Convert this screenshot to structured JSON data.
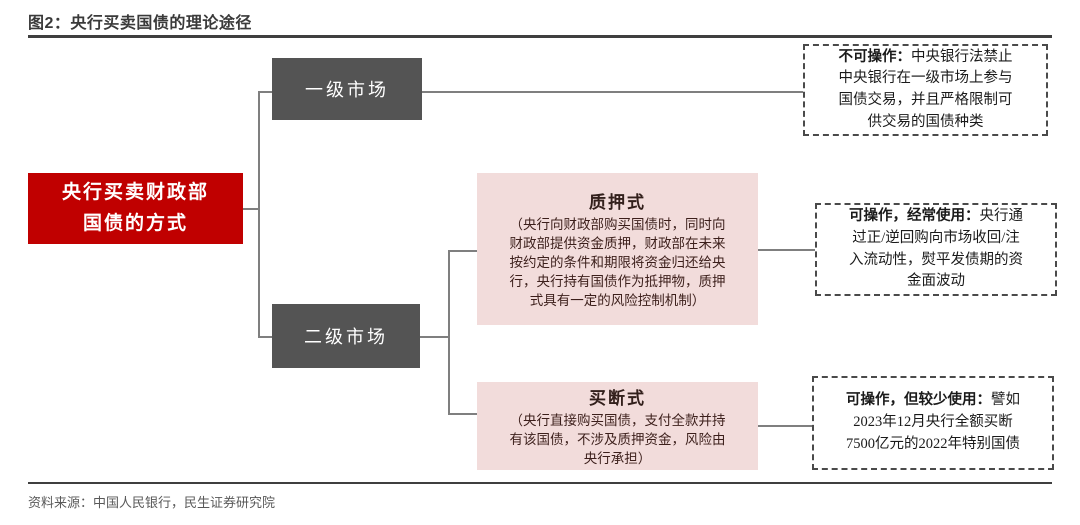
{
  "figure": {
    "title": "图2：央行买卖国债的理论途径",
    "source": "资料来源：中国人民银行，民生证券研究院"
  },
  "root": {
    "label": "央行买卖财政部\n国债的方式"
  },
  "markets": {
    "primary": {
      "label": "一级市场"
    },
    "secondary": {
      "label": "二级市场"
    }
  },
  "methods": {
    "pledge": {
      "title": "质押式",
      "body": "（央行向财政部购买国债时，同时向\n财政部提供资金质押，财政部在未来\n按约定的条件和期限将资金归还给央\n行，央行持有国债作为抵押物，质押\n式具有一定的风险控制机制）"
    },
    "outright": {
      "title": "买断式",
      "body": "（央行直接购买国债，支付全款并持\n有该国债，不涉及质押资金，风险由\n央行承担）"
    }
  },
  "notes": {
    "primary": {
      "lead": "不可操作：",
      "body": "中央银行法禁止\n中央银行在一级市场上参与\n国债交易，并且严格限制可\n供交易的国债种类"
    },
    "pledge": {
      "lead": "可操作，经常使用：",
      "body": "央行通\n过正/逆回购向市场收回/注\n入流动性，熨平发债期的资\n金面波动"
    },
    "outright": {
      "lead": "可操作，但较少使用：",
      "body": "譬如\n2023年12月央行全额买断\n7500亿元的2022年特别国债"
    }
  },
  "colors": {
    "accent_red": "#C00000",
    "box_dark_gray": "#545454",
    "pink_fill": "#F2DCDB",
    "pink_text": "#3C1F1B",
    "connector_gray": "#7F7F7F",
    "rule_dark": "#3F3F3F"
  }
}
